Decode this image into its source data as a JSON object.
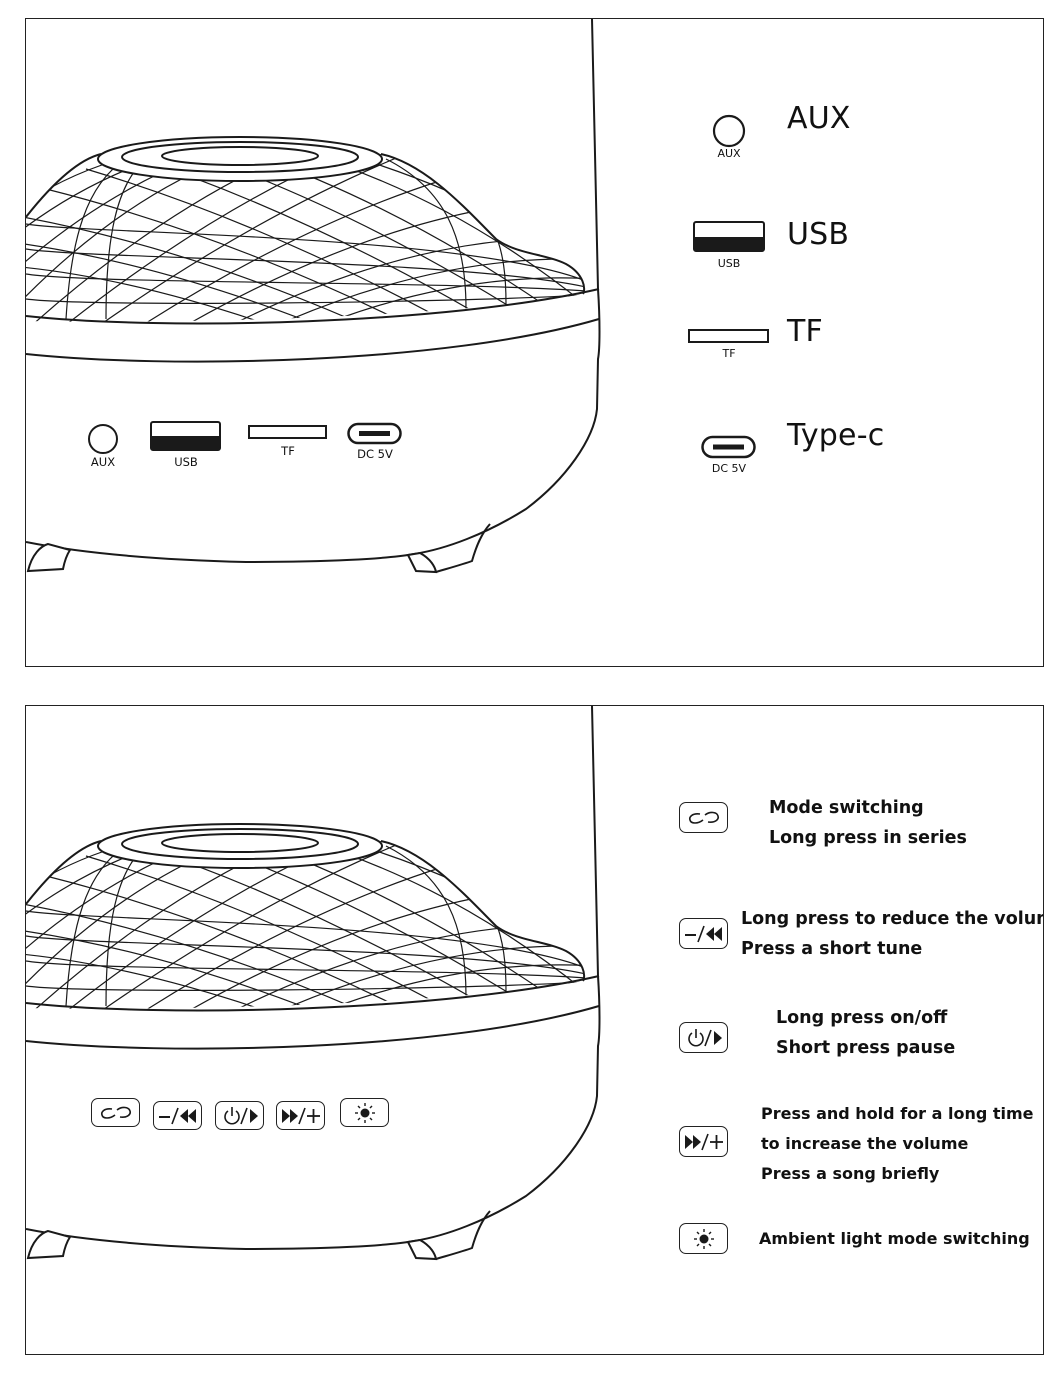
{
  "panels": {
    "ports": {
      "device_port_labels": {
        "aux": "AUX",
        "usb": "USB",
        "tf": "TF",
        "dc": "DC 5V"
      },
      "legend": [
        {
          "icon": "aux-jack-icon",
          "caption": "AUX",
          "label": "AUX"
        },
        {
          "icon": "usb-port-icon",
          "caption": "USB",
          "label": "USB"
        },
        {
          "icon": "tf-card-slot-icon",
          "caption": "TF",
          "label": "TF"
        },
        {
          "icon": "type-c-port-icon",
          "caption": "DC 5V",
          "label": "Type-c"
        }
      ]
    },
    "buttons": {
      "device_buttons": [
        {
          "icon": "mode-link-icon"
        },
        {
          "icon": "volume-down-previous-icon"
        },
        {
          "icon": "power-play-icon"
        },
        {
          "icon": "next-volume-up-icon"
        },
        {
          "icon": "ambient-light-icon"
        }
      ],
      "legend": [
        {
          "icon": "mode-link-icon",
          "lines": [
            "Mode switching",
            "Long press in series"
          ]
        },
        {
          "icon": "volume-down-previous-icon",
          "lines": [
            "Long press to reduce the volume",
            "Press a short tune"
          ]
        },
        {
          "icon": "power-play-icon",
          "lines": [
            "Long press on/off",
            "Short press pause"
          ]
        },
        {
          "icon": "next-volume-up-icon",
          "lines": [
            "Press and hold for a long time",
            "to increase the volume",
            "Press a song briefly"
          ]
        },
        {
          "icon": "ambient-light-icon",
          "lines": [
            "Ambient light mode switching"
          ]
        }
      ]
    }
  },
  "colors": {
    "line": "#1a1a1a",
    "background": "#ffffff"
  }
}
